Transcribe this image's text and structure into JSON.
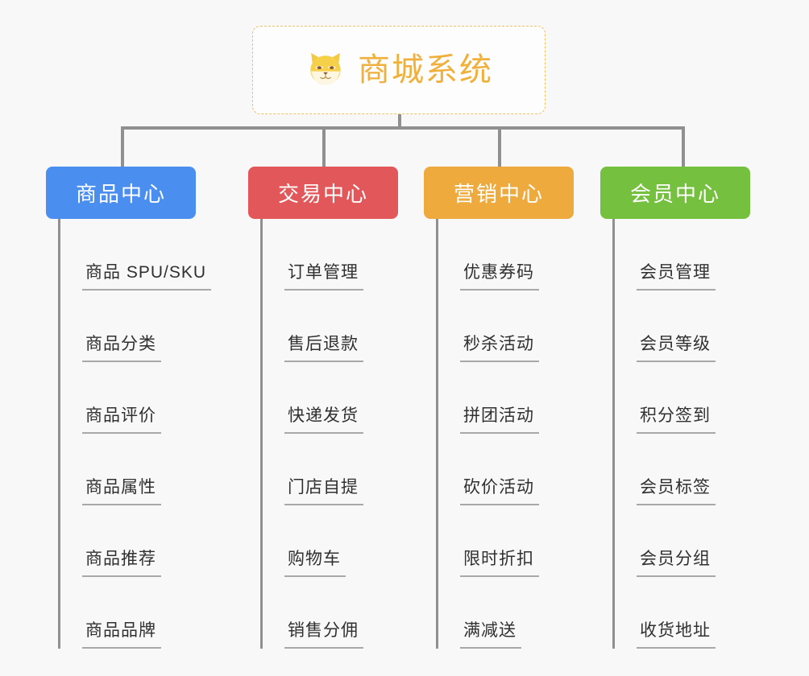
{
  "root": {
    "title": "商城系统",
    "icon": "shiba-dog-face-emoji",
    "border_color": "#f0c061",
    "text_color": "#f0b03c"
  },
  "branches": [
    {
      "label": "商品中心",
      "color": "#4a8ff0",
      "items": [
        "商品 SPU/SKU",
        "商品分类",
        "商品评价",
        "商品属性",
        "商品推荐",
        "商品品牌"
      ]
    },
    {
      "label": "交易中心",
      "color": "#e2585a",
      "items": [
        "订单管理",
        "售后退款",
        "快递发货",
        "门店自提",
        "购物车",
        "销售分佣"
      ]
    },
    {
      "label": "营销中心",
      "color": "#eeaa3c",
      "items": [
        "优惠券码",
        "秒杀活动",
        "拼团活动",
        "砍价活动",
        "限时折扣",
        "满减送"
      ]
    },
    {
      "label": "会员中心",
      "color": "#76c040",
      "items": [
        "会员管理",
        "会员等级",
        "积分签到",
        "会员标签",
        "会员分组",
        "收货地址"
      ]
    }
  ],
  "connector_color": "#909090",
  "background_color": "#f8f8f8"
}
